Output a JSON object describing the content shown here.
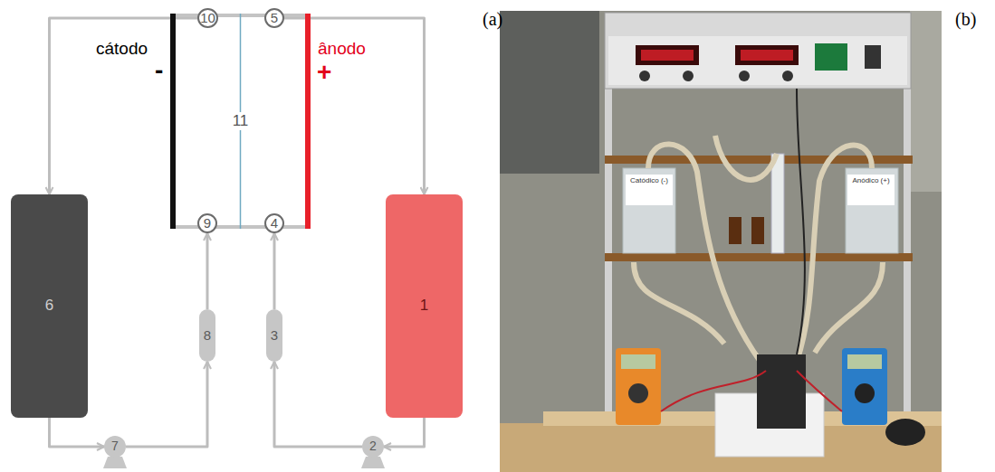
{
  "diagram": {
    "nodes": [
      {
        "text": [
          "11"
        ]
      },
      {
        "text": [
          "10"
        ],
        "in": 0
      },
      {
        "text": [
          "5"
        ],
        "in": 0
      },
      {
        "text": [
          "9"
        ],
        "in": 0
      },
      {
        "text": [
          "4"
        ],
        "in": 0
      },
      {
        "text": [
          "6"
        ]
      },
      {
        "text": [
          "1"
        ]
      },
      {
        "text": [
          "8"
        ]
      },
      {
        "text": [
          "3"
        ]
      },
      {
        "text": [
          "7"
        ]
      },
      {
        "text": [
          "2"
        ]
      }
    ],
    "edges": [
      {
        "from": 2,
        "to": 6,
        "arrow": "to"
      },
      {
        "from": 1,
        "to": 5,
        "arrow": "to"
      },
      {
        "from": 6,
        "to": 10,
        "arrow": "to"
      },
      {
        "from": 10,
        "to": 8,
        "arrow": "to"
      },
      {
        "from": 8,
        "to": 4,
        "arrow": "to"
      },
      {
        "from": 5,
        "to": 9,
        "arrow": "to"
      },
      {
        "from": 9,
        "to": 7,
        "arrow": "to"
      },
      {
        "from": 7,
        "to": 3,
        "arrow": "to"
      }
    ],
    "labels": [
      "(a)",
      "cátodo",
      "-",
      "ânodo",
      "+",
      "(b)",
      "Catódico (-)",
      "Anódico (+)"
    ]
  }
}
